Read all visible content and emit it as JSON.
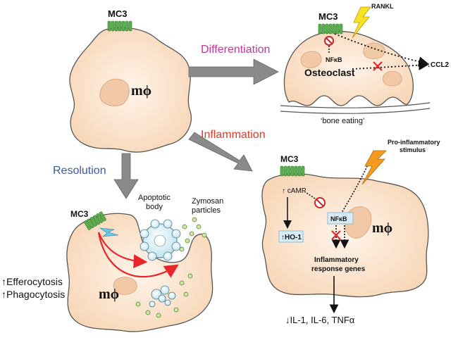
{
  "receptor": "MC3",
  "cell_label": "mϕ",
  "differentiation": {
    "label": "Differentiation",
    "color": "#c0399c",
    "rankl": "RANKL",
    "nfkb": "NFκB",
    "osteoclast": "Osteoclast",
    "ccl2": "↓CCL2",
    "bone_eating": "‘bone eating’"
  },
  "inflammation": {
    "label": "Inflammation",
    "color": "#e03a2a",
    "stimulus_line1": "Pro-inflammatory",
    "stimulus_line2": "stimulus",
    "camp": "↑ cAMP",
    "ho1": "↑HO-1",
    "nfkb": "NFκB",
    "genes_line1": "Inflammatory",
    "genes_line2": "response genes",
    "cytokines": "↓IL-1, IL-6, TNFα"
  },
  "resolution": {
    "label": "Resolution",
    "color": "#3d5aa8",
    "apoptotic_line1": "Apoptotic",
    "apoptotic_line2": "body",
    "zymosan_line1": "Zymosan",
    "zymosan_line2": "particles",
    "efferocytosis": "↑Efferocytosis",
    "phagocytosis": "↑Phagocytosis"
  },
  "colors": {
    "cell_fill": "#fbe3cc",
    "cell_stroke": "#555555",
    "receptor": "#5bb050",
    "arrow_grey": "#8a8a8a",
    "red_arrow": "#e8262b",
    "bolt_yellow": "#f6e324",
    "bolt_orange": "#f39a1f",
    "ho1_box": "#d7ecf6"
  }
}
